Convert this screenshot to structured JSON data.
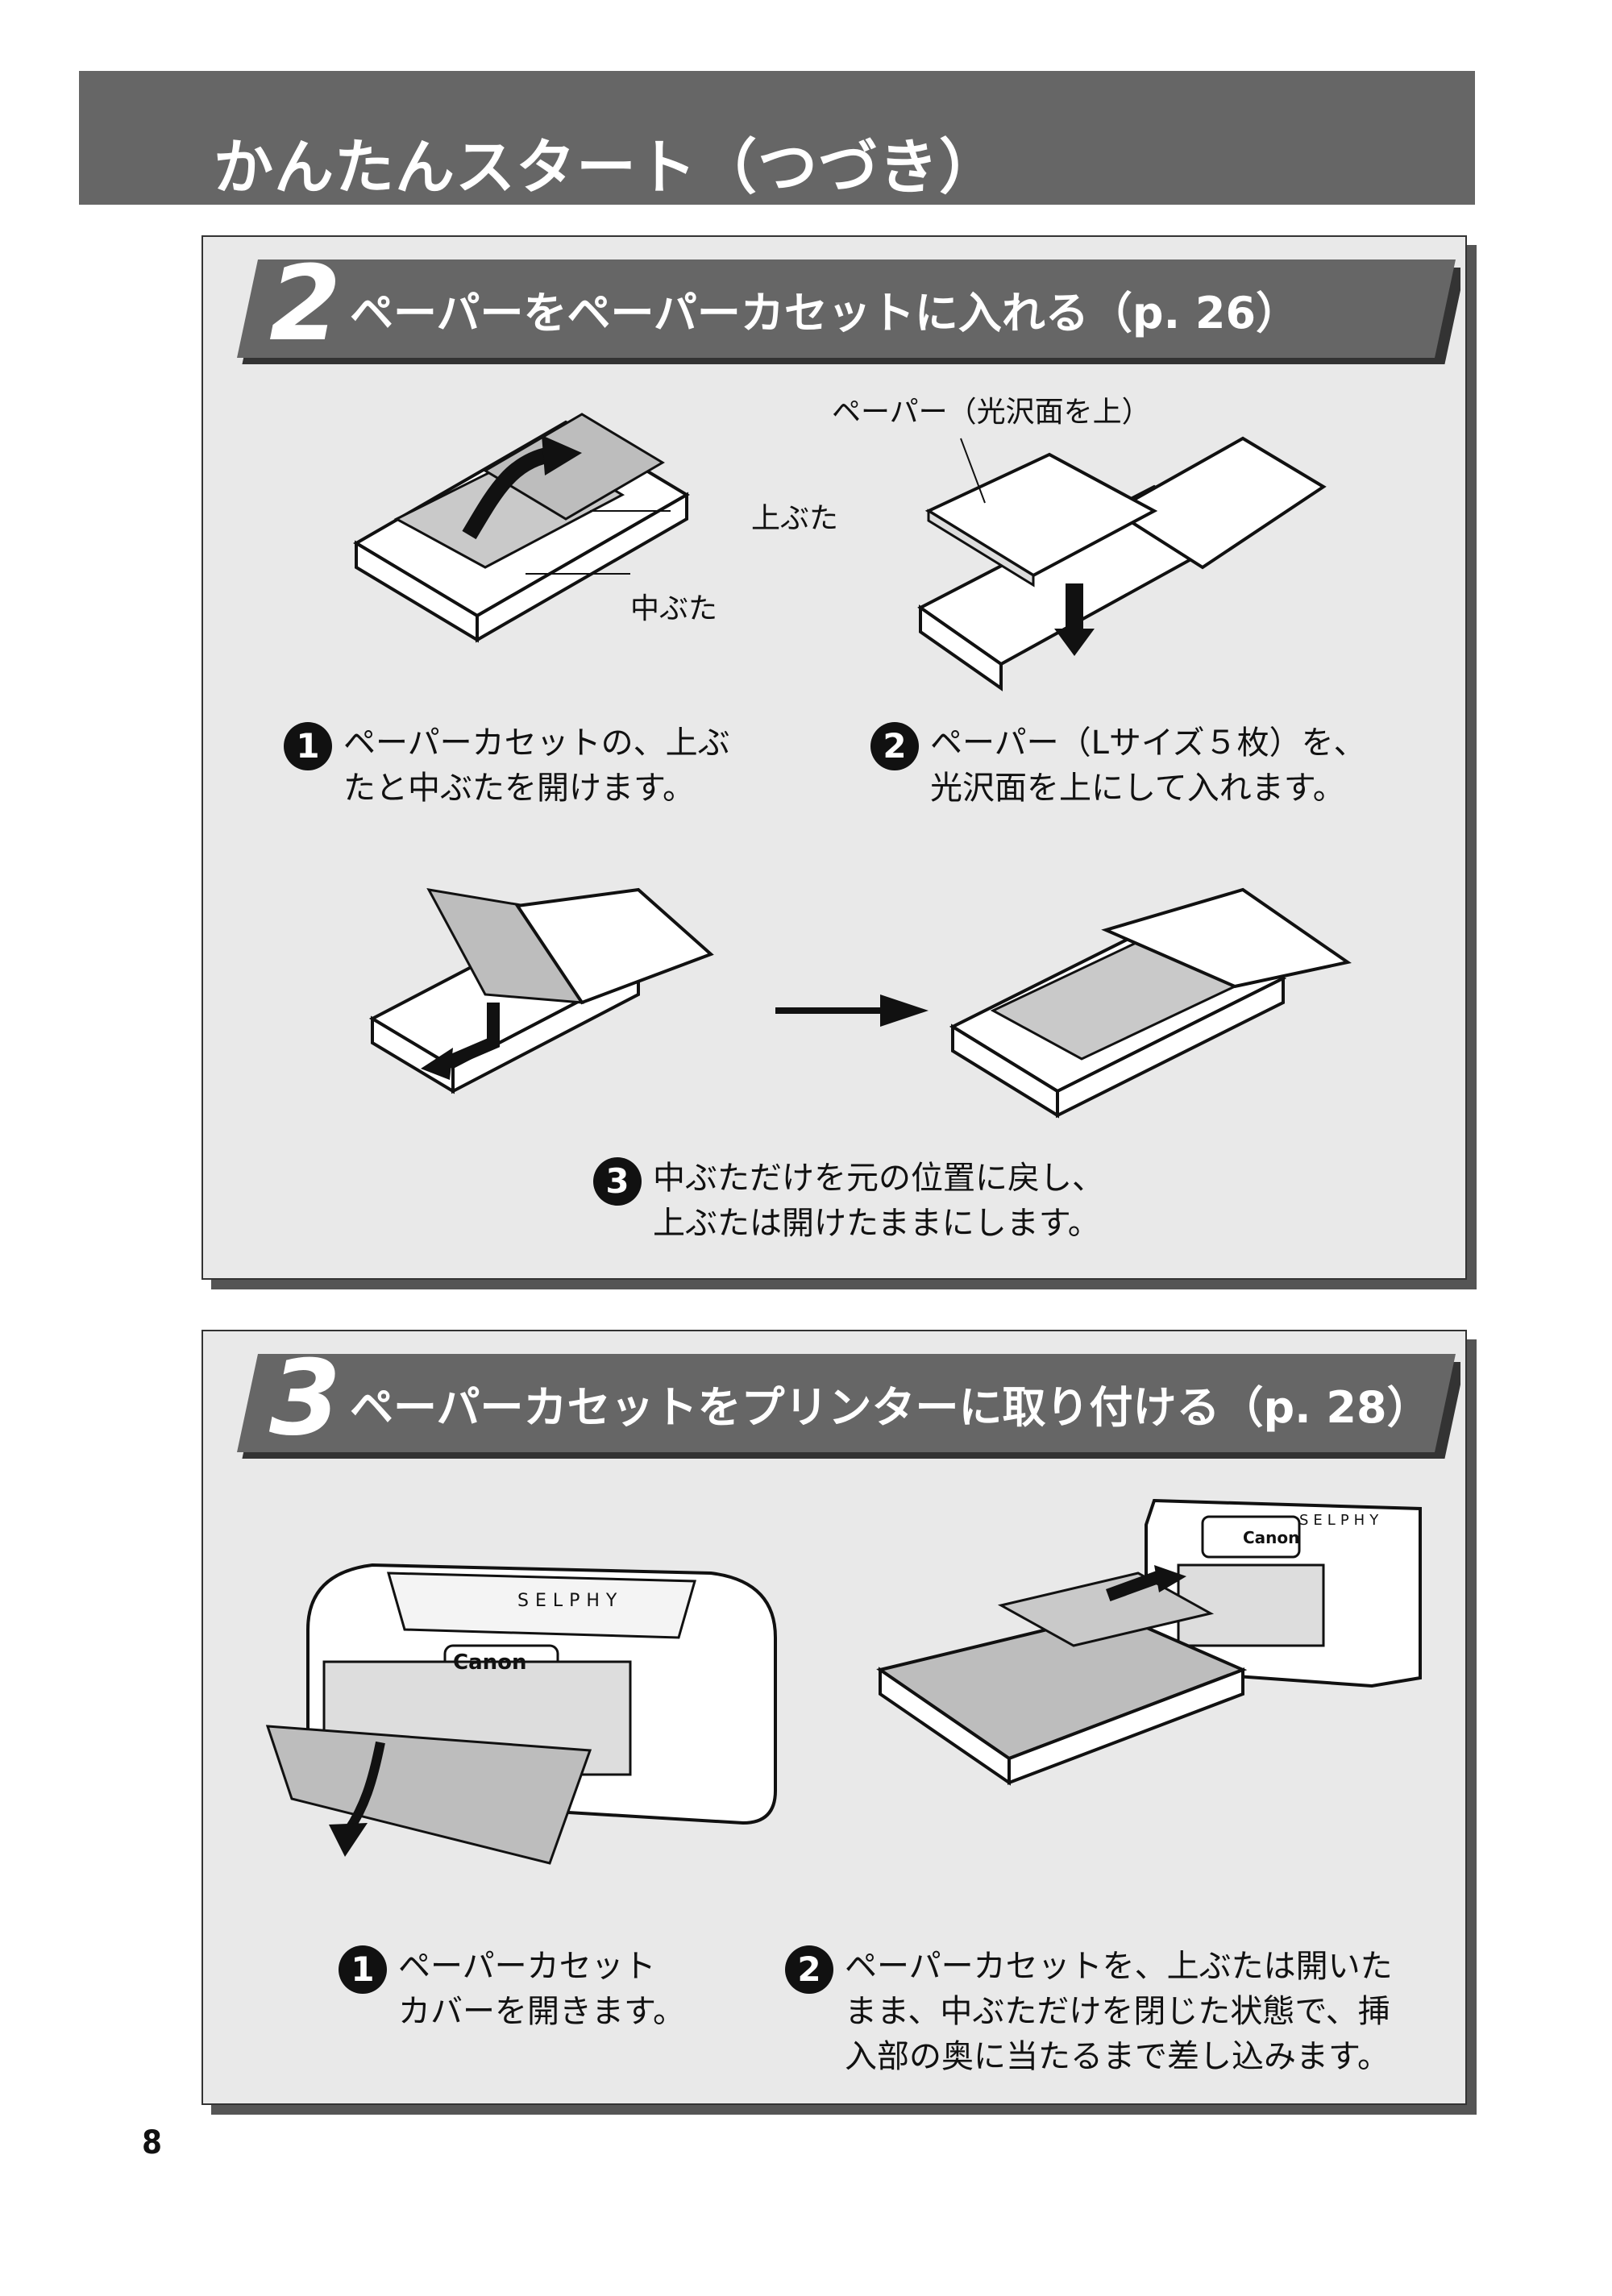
{
  "header": {
    "title": "かんたんスタート（つづき）"
  },
  "step2": {
    "number": "2",
    "title": "ペーパーをペーパーカセットに入れる（p. 26）",
    "label_top_lid": "上ぶた",
    "label_middle_lid": "中ぶた",
    "label_paper": "ペーパー（光沢面を上）",
    "instr1": {
      "badge": "1",
      "lines": [
        "ペーパーカセットの、上ぶ",
        "たと中ぶたを開けます。"
      ]
    },
    "instr2": {
      "badge": "2",
      "lines": [
        "ペーパー（Lサイズ５枚）を、",
        "光沢面を上にして入れます。"
      ]
    },
    "instr3": {
      "badge": "3",
      "lines": [
        "中ぶただけを元の位置に戻し、",
        "上ぶたは開けたままにします。"
      ]
    }
  },
  "step3": {
    "number": "3",
    "title": "ペーパーカセットをプリンターに取り付ける（p. 28）",
    "brand": "Canon",
    "model": "SELPHY",
    "instr1": {
      "badge": "1",
      "lines": [
        "ペーパーカセット",
        "カバーを開きます。"
      ]
    },
    "instr2": {
      "badge": "2",
      "lines": [
        "ペーパーカセットを、上ぶたは開いた",
        "まま、中ぶただけを閉じた状態で、挿",
        "入部の奥に当たるまで差し込みます。"
      ]
    }
  },
  "page": {
    "number": "8"
  },
  "colors": {
    "header": "#666666",
    "panel": "#e9e9e9",
    "banner": "#666666",
    "ink": "#111111"
  }
}
